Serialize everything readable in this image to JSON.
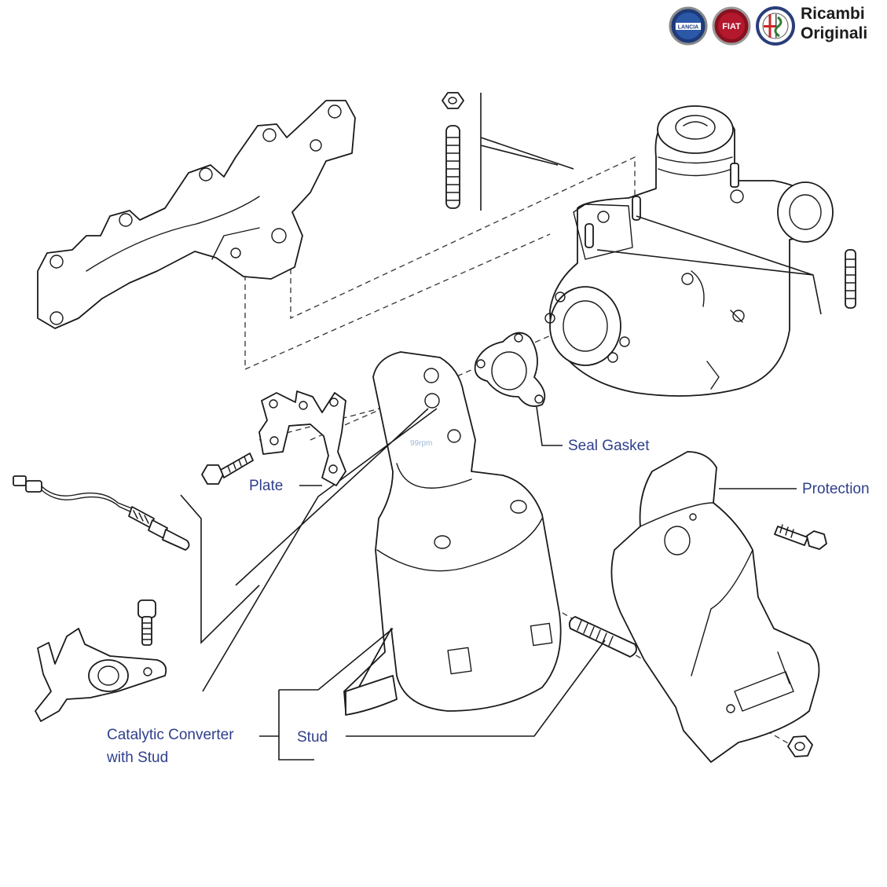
{
  "brand": {
    "line1": "Ricambi",
    "line2": "Originali",
    "badges": [
      "LANCIA",
      "FIAT",
      "ALFA ROMEO"
    ]
  },
  "callouts": {
    "seal_gasket": "Seal Gasket",
    "protection": "Protection",
    "plate": "Plate",
    "stud": "Stud",
    "catalytic_converter_line1": "Catalytic Converter",
    "catalytic_converter_line2": "with Stud"
  },
  "watermark": "99rpm"
}
